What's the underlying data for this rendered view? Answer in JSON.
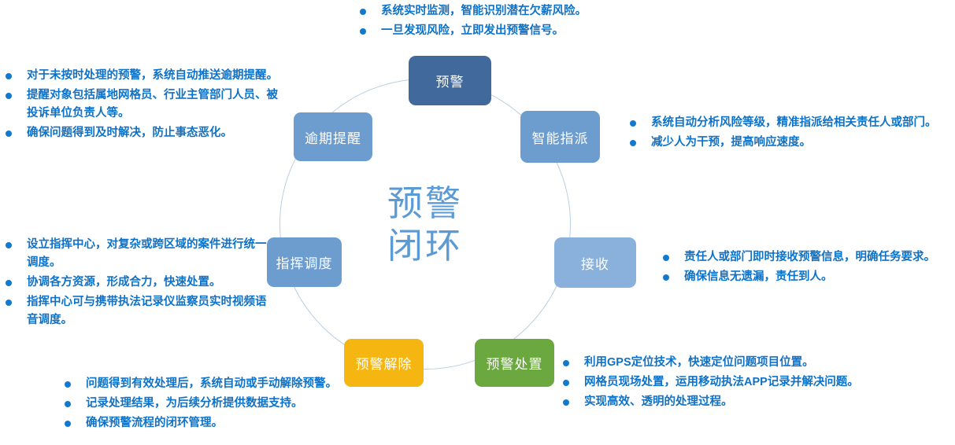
{
  "diagram": {
    "center_title": "预警\n闭环",
    "ring_color": "#b9cfe4",
    "accent_text_color": "#0E72C8"
  },
  "nodes": [
    {
      "id": "yujing",
      "label": "预警",
      "color": "#41699B"
    },
    {
      "id": "zhineng-zhipai",
      "label": "智能指派",
      "color": "#6D9CCF"
    },
    {
      "id": "jieshou",
      "label": "接收",
      "color": "#8AB1DB"
    },
    {
      "id": "yujing-chuzhi",
      "label": "预警处置",
      "color": "#6CA840"
    },
    {
      "id": "yujing-jiechu",
      "label": "预警解除",
      "color": "#F5B612"
    },
    {
      "id": "zhihui-diaodu",
      "label": "指挥调度",
      "color": "#6D9CCF"
    },
    {
      "id": "yuqi-tixing",
      "label": "逾期提醒",
      "color": "#6D9CCF"
    }
  ],
  "callouts": {
    "top": [
      "系统实时监测，智能识别潜在欠薪风险。",
      "一旦发现风险，立即发出预警信号。"
    ],
    "top_left": [
      "对于未按时处理的预警，系统自动推送逾期提醒。",
      "提醒对象包括属地网格员、行业主管部门人员、被投诉单位负责人等。",
      "确保问题得到及时解决，防止事态恶化。"
    ],
    "right_upper": [
      "系统自动分析风险等级，精准指派给相关责任人或部门。",
      "减少人为干预，提高响应速度。"
    ],
    "right_middle": [
      "责任人或部门即时接收预警信息，明确任务要求。",
      "确保信息无遗漏，责任到人。"
    ],
    "right_lower": [
      "利用GPS定位技术，快速定位问题项目位置。",
      "网格员现场处置，运用移动执法APP记录并解决问题。",
      "实现高效、透明的处理过程。"
    ],
    "bottom_left": [
      "问题得到有效处理后，系统自动或手动解除预警。",
      "记录处理结果，为后续分析提供数据支持。",
      "确保预警流程的闭环管理。"
    ],
    "left_middle": [
      "设立指挥中心，对复杂或跨区域的案件进行统一调度。",
      "协调各方资源，形成合力，快速处置。",
      "指挥中心可与携带执法记录仪监察员实时视频语音调度。"
    ]
  }
}
